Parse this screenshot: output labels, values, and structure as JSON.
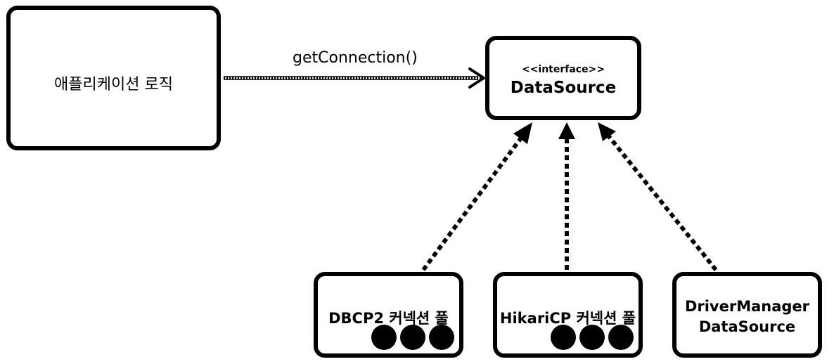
{
  "app": {
    "label": "애플리케이션 로직"
  },
  "call": {
    "label": "getConnection()"
  },
  "datasource": {
    "stereotype": "<<interface>>",
    "name": "DataSource"
  },
  "implementations": {
    "dbcp2": {
      "label": "DBCP2 커넥션 풀",
      "pool_connections": 3
    },
    "hikari": {
      "label": "HikariCP 커넥션 풀",
      "pool_connections": 3
    },
    "driver": {
      "line1": "DriverManager",
      "line2": "DataSource"
    }
  },
  "colors": {
    "stroke": "#000000",
    "background": "#ffffff"
  }
}
